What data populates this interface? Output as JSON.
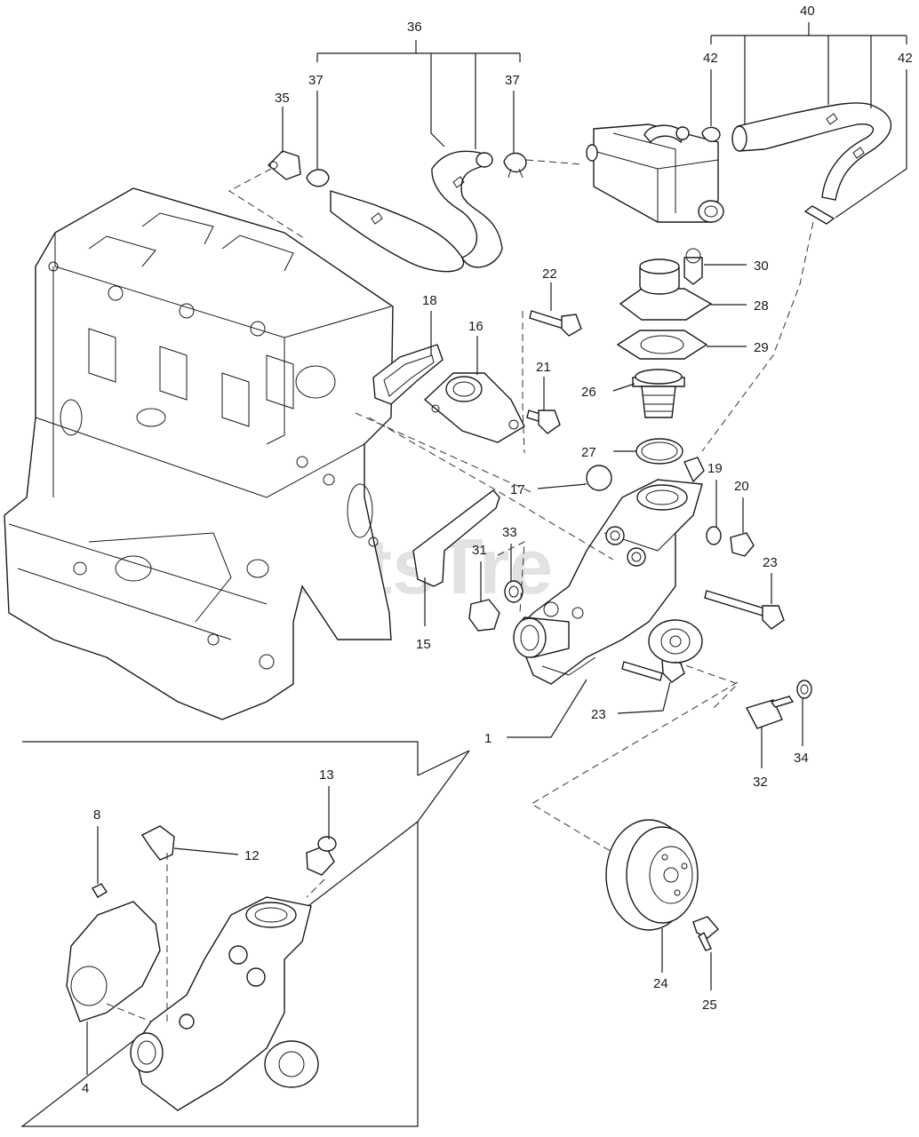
{
  "watermark": "PartsTre",
  "watermark_tm": "™",
  "callouts": {
    "c1": "1",
    "c4": "4",
    "c8": "8",
    "c12": "12",
    "c13": "13",
    "c15": "15",
    "c16": "16",
    "c17": "17",
    "c18": "18",
    "c19": "19",
    "c20": "20",
    "c21": "21",
    "c22": "22",
    "c23a": "23",
    "c23b": "23",
    "c24": "24",
    "c25": "25",
    "c26": "26",
    "c27": "27",
    "c28": "28",
    "c29": "29",
    "c30": "30",
    "c31": "31",
    "c32": "32",
    "c33": "33",
    "c34": "34",
    "c35": "35",
    "c36": "36",
    "c37a": "37",
    "c37b": "37",
    "c40": "40",
    "c42a": "42",
    "c42b": "42"
  },
  "colors": {
    "ink": "#1a1a1a",
    "watermark": "#d9d9d9",
    "background": "#ffffff"
  }
}
